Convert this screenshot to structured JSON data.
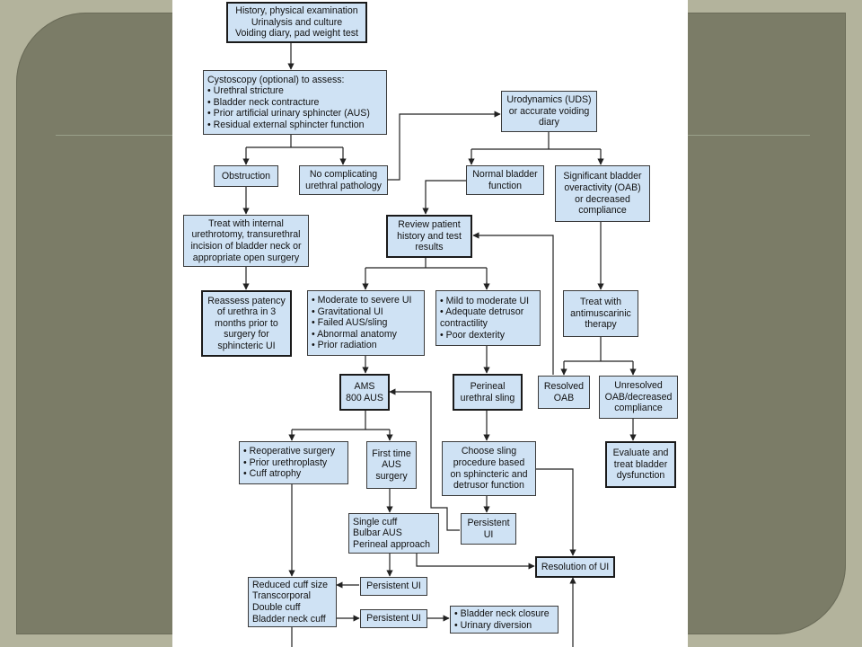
{
  "slide": {
    "background_color": "#b3b39c",
    "card_color": "#7b7c67",
    "figure_background": "#ffffff",
    "box_fill": "#cfe2f4"
  },
  "flowchart": {
    "nodes": {
      "history_exam": "History, physical examination\nUrinalysis and culture\nVoiding diary, pad weight test",
      "cystoscopy": "Cystoscopy (optional) to assess:\n• Urethral stricture\n• Bladder neck contracture\n• Prior artificial urinary sphincter (AUS)\n• Residual external sphincter function",
      "urodynamics": "Urodynamics (UDS)\nor accurate voiding\ndiary",
      "obstruction": "Obstruction",
      "no_complicating": "No complicating\nurethral pathology",
      "normal_bladder": "Normal bladder\nfunction",
      "significant_overactivity": "Significant bladder\noveractivity (OAB)\nor decreased\ncompliance",
      "treat_internal": "Treat with internal\nurethrotomy, transurethral\nincision of bladder neck or\nappropriate open surgery",
      "review_patient": "Review patient\nhistory and test\nresults",
      "reassess_patency": "Reassess patency\nof urethra in 3\nmonths prior to\nsurgery for\nsphincteric UI",
      "moderate_severe": "• Moderate to severe UI\n• Gravitational UI\n• Failed AUS/sling\n• Abnormal anatomy\n• Prior radiation",
      "mild_moderate": "• Mild to moderate UI\n• Adequate detrusor\n   contractility\n• Poor dexterity",
      "treat_antimuscarinic": "Treat with\nantimuscarinic\ntherapy",
      "ams_800": "AMS\n800 AUS",
      "perineal_sling": "Perineal\nurethral sling",
      "resolved_oab": "Resolved\nOAB",
      "unresolved_oab": "Unresolved\nOAB/decreased\ncompliance",
      "reoperative": "• Reoperative surgery\n• Prior urethroplasty\n• Cuff atrophy",
      "first_time_aus": "First time\nAUS\nsurgery",
      "choose_sling": "Choose sling\nprocedure based\non sphincteric and\ndetrusor function",
      "evaluate_treat": "Evaluate and\ntreat bladder\ndysfunction",
      "single_cuff": "Single cuff\nBulbar AUS\nPerineal approach",
      "persistent_ui_sling": "Persistent\nUI",
      "resolution_ui": "Resolution of UI",
      "reduced_cuff": "Reduced cuff size\nTranscorporal\nDouble cuff\nBladder neck cuff",
      "persistent_ui_1": "Persistent UI",
      "persistent_ui_2": "Persistent UI",
      "bladder_neck_closure": "• Bladder neck closure\n• Urinary diversion"
    }
  }
}
